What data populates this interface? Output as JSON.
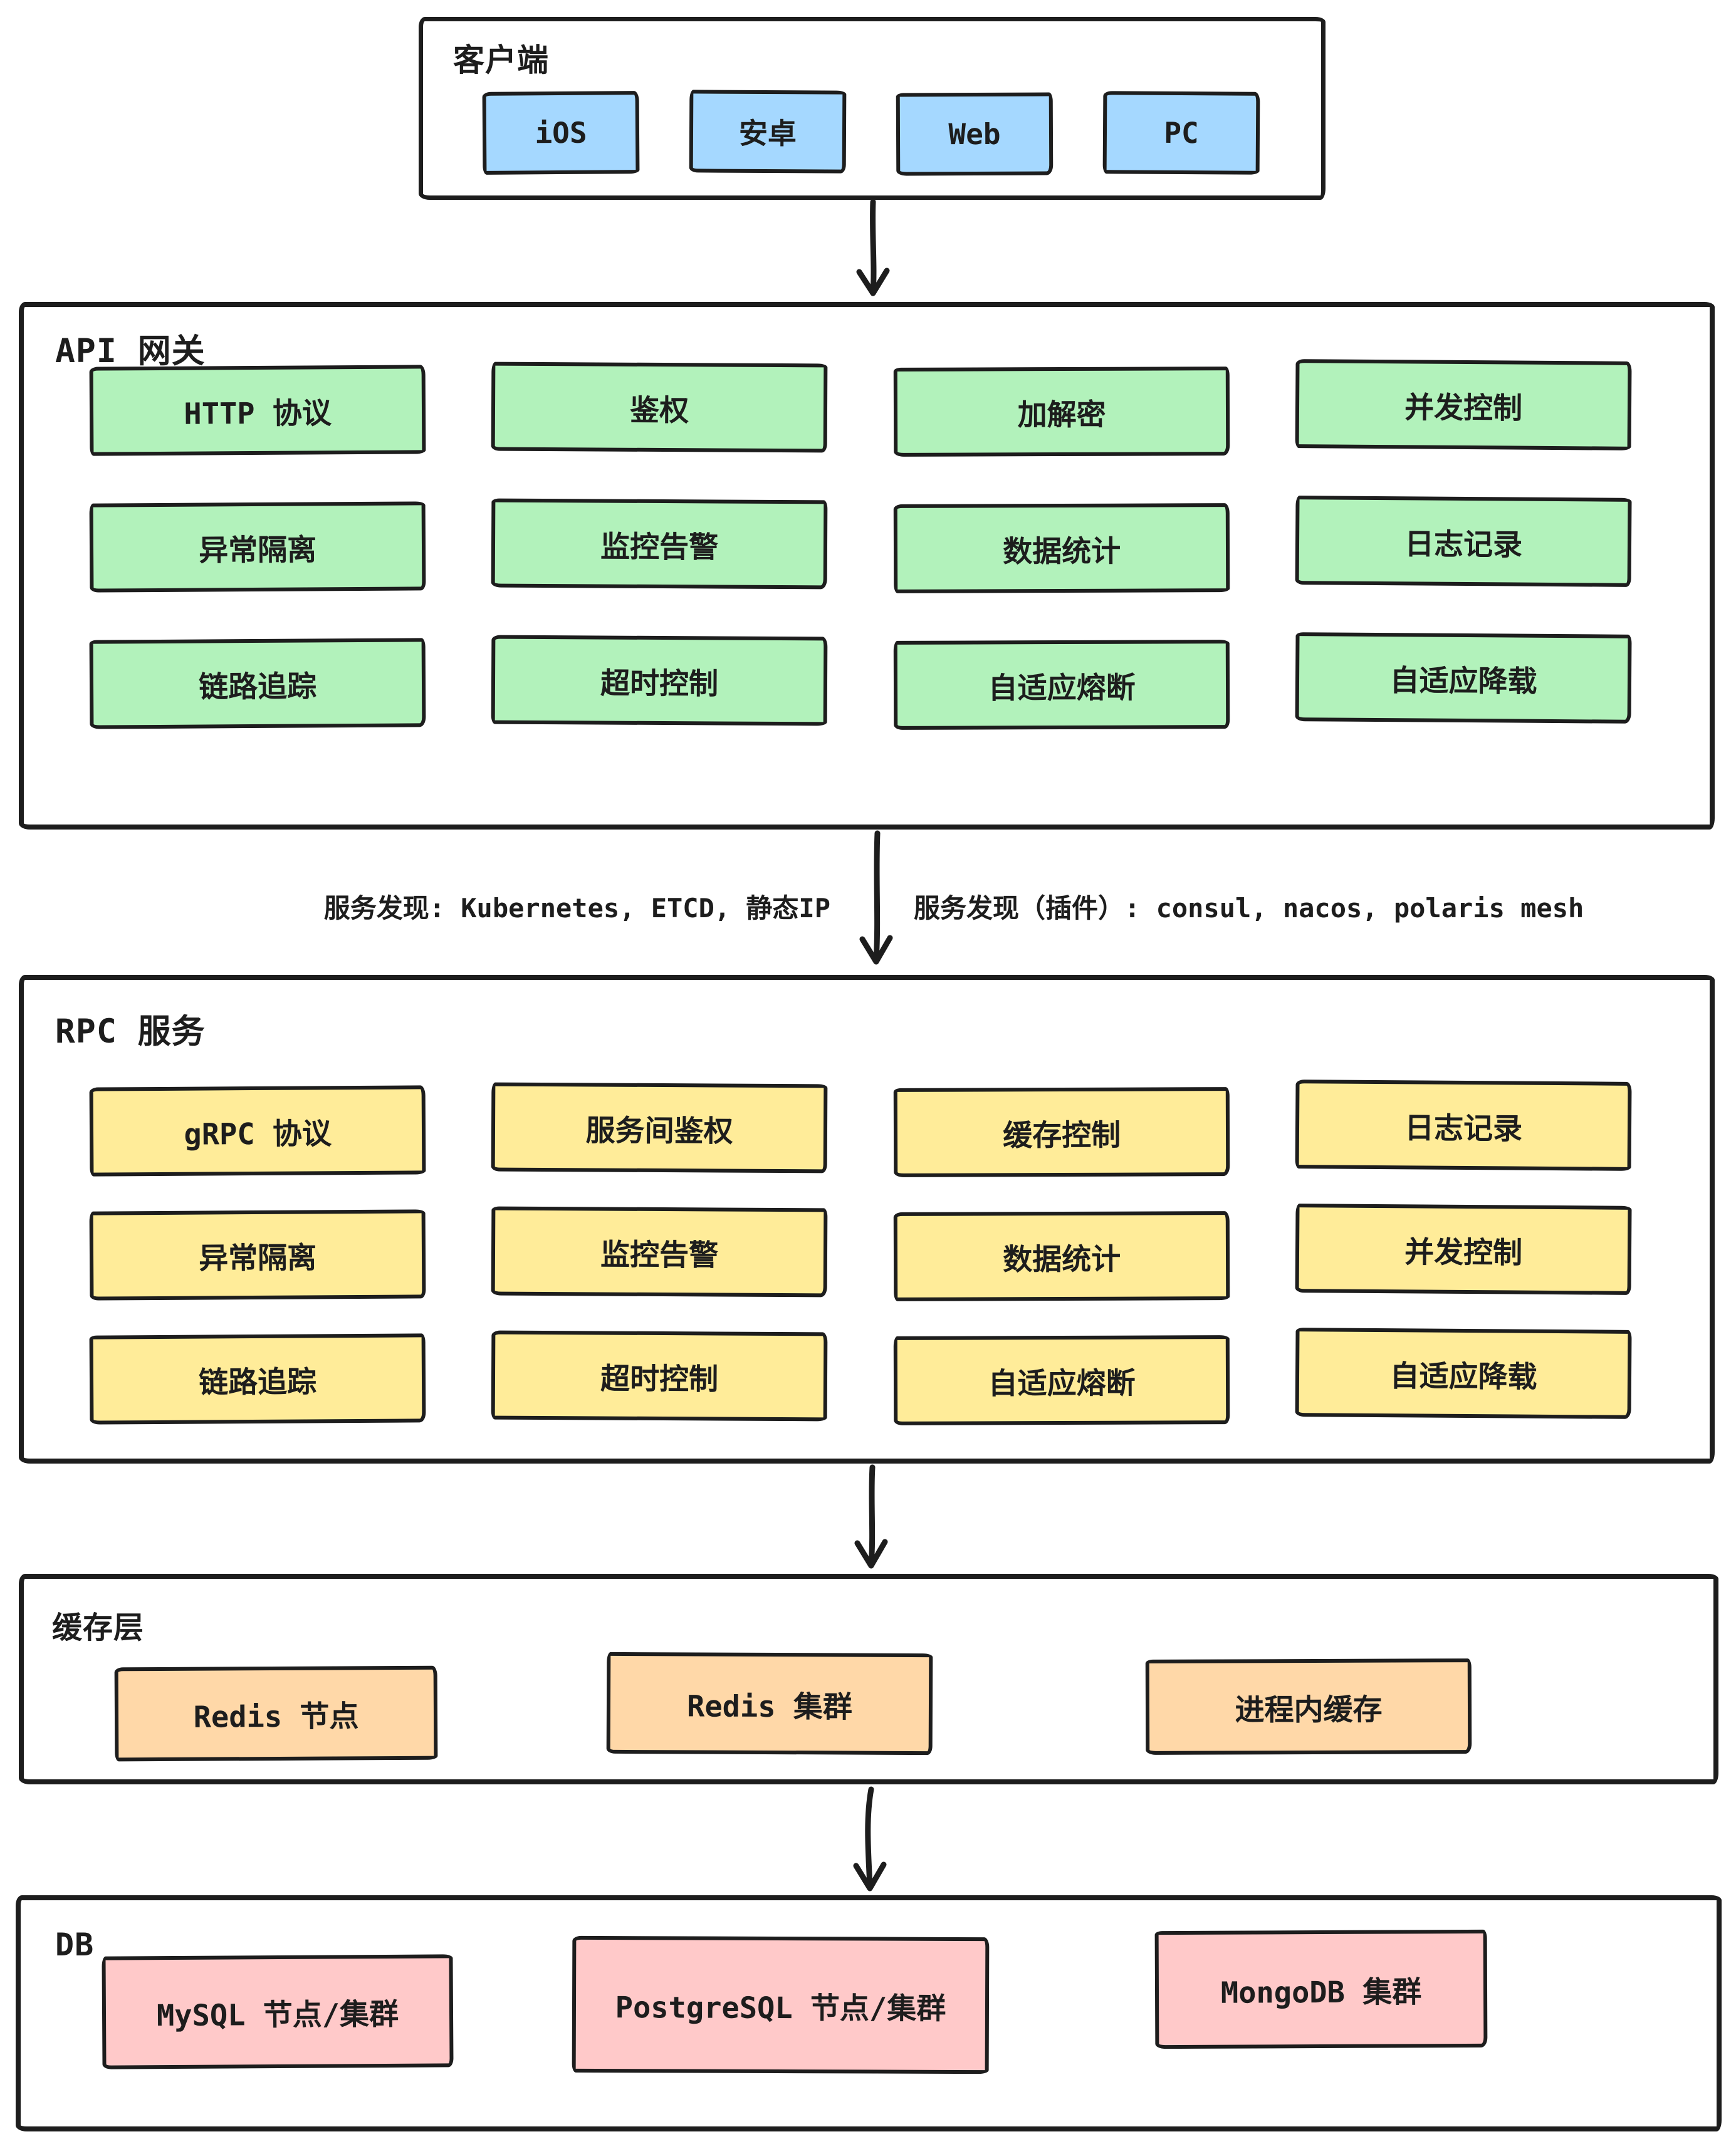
{
  "colors": {
    "stroke": "#1d1d1d",
    "client_node_fill": "#a5d8ff",
    "api_node_fill": "#b2f2bb",
    "rpc_node_fill": "#ffec99",
    "cache_node_fill": "#ffd8a8",
    "db_node_fill": "#ffc9c9"
  },
  "client": {
    "title": "客户端",
    "items": [
      "iOS",
      "安卓",
      "Web",
      "PC"
    ]
  },
  "api_gateway": {
    "title": "API 网关",
    "items": [
      "HTTP 协议",
      "鉴权",
      "加解密",
      "并发控制",
      "异常隔离",
      "监控告警",
      "数据统计",
      "日志记录",
      "链路追踪",
      "超时控制",
      "自适应熔断",
      "自适应降载"
    ]
  },
  "service_discovery": {
    "left": "服务发现: Kubernetes, ETCD, 静态IP",
    "right": "服务发现（插件）: consul, nacos, polaris mesh"
  },
  "rpc_service": {
    "title": "RPC 服务",
    "items": [
      "gRPC 协议",
      "服务间鉴权",
      "缓存控制",
      "日志记录",
      "异常隔离",
      "监控告警",
      "数据统计",
      "并发控制",
      "链路追踪",
      "超时控制",
      "自适应熔断",
      "自适应降载"
    ]
  },
  "cache_layer": {
    "title": "缓存层",
    "items": [
      "Redis 节点",
      "Redis 集群",
      "进程内缓存"
    ]
  },
  "db_layer": {
    "title": "DB",
    "items": [
      "MySQL 节点/集群",
      "PostgreSQL 节点/集群",
      "MongoDB 集群"
    ]
  }
}
